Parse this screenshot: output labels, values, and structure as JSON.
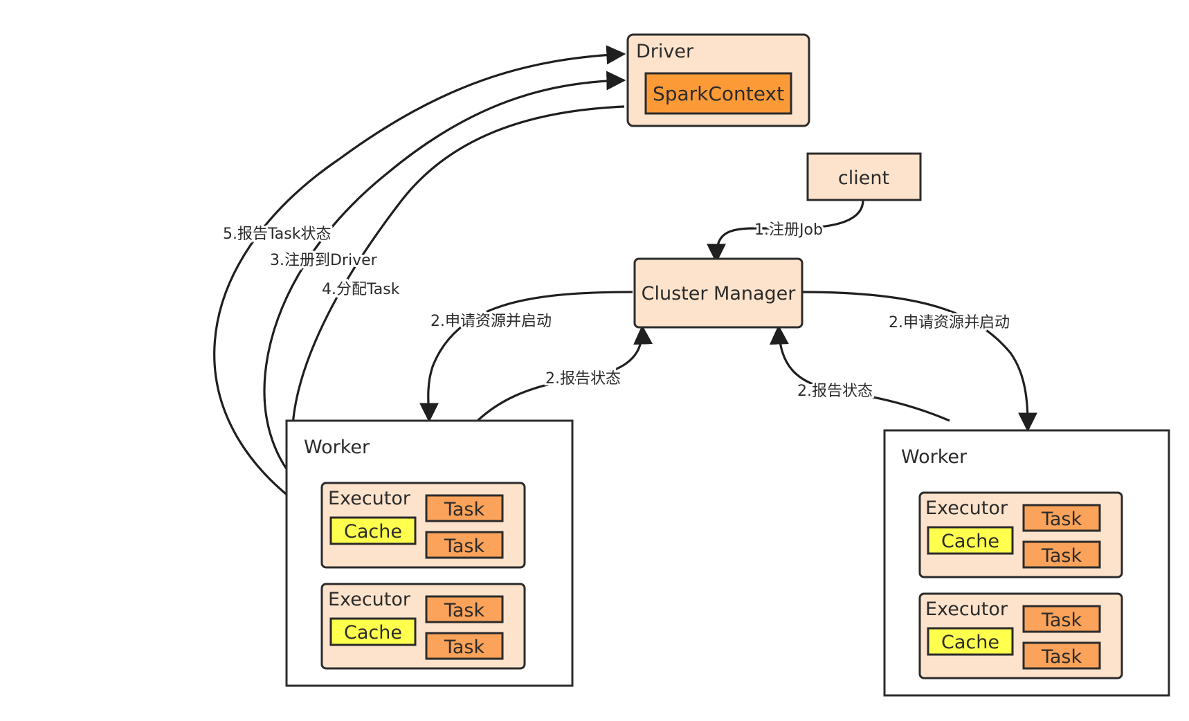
{
  "nodes": {
    "driver": {
      "title": "Driver",
      "spark_context": "SparkContext"
    },
    "client": {
      "label": "client"
    },
    "cluster_manager": {
      "label": "Cluster Manager"
    },
    "worker_left": {
      "title": "Worker",
      "executors": [
        {
          "title": "Executor",
          "cache": "Cache",
          "tasks": [
            "Task",
            "Task"
          ]
        },
        {
          "title": "Executor",
          "cache": "Cache",
          "tasks": [
            "Task",
            "Task"
          ]
        }
      ]
    },
    "worker_right": {
      "title": "Worker",
      "executors": [
        {
          "title": "Executor",
          "cache": "Cache",
          "tasks": [
            "Task",
            "Task"
          ]
        },
        {
          "title": "Executor",
          "cache": "Cache",
          "tasks": [
            "Task",
            "Task"
          ]
        }
      ]
    }
  },
  "edges": {
    "register_job": "1.注册Job",
    "request_left": "2.申请资源并启动",
    "request_right": "2.申请资源并启动",
    "report_left": "2.报告状态",
    "report_right": "2.报告状态",
    "register_driver": "3.注册到Driver",
    "assign_task": "4.分配Task",
    "report_task": "5.报告Task状态"
  },
  "colors": {
    "node_fill": "#fde3cc",
    "spark_context_fill": "#fb9a37",
    "task_fill": "#fba35a",
    "cache_fill": "#ffff4d",
    "stroke": "#2b2b2b"
  }
}
